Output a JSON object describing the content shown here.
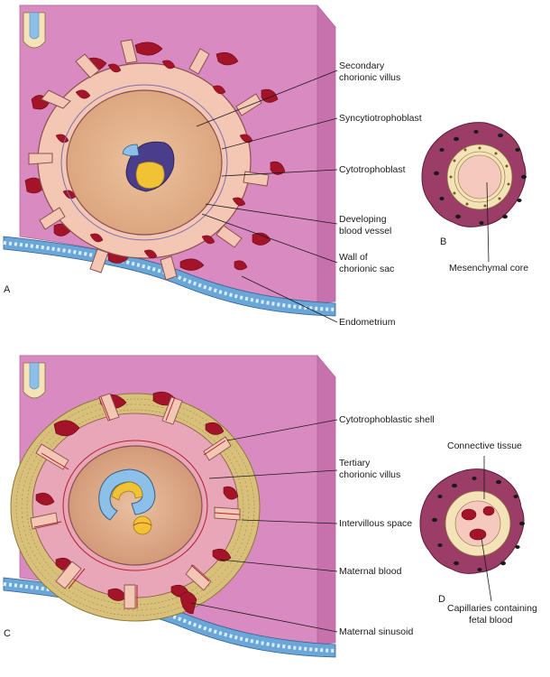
{
  "panels": {
    "a": {
      "letter": "A",
      "labels": {
        "secondary_villus_1": "Secondary",
        "secondary_villus_2": "chorionic villus",
        "syncytiotrophoblast": "Syncytiotrophoblast",
        "cytotrophoblast": "Cytotrophoblast",
        "developing_vessel_1": "Developing",
        "developing_vessel_2": "blood vessel",
        "wall_sac_1": "Wall of",
        "wall_sac_2": "chorionic sac",
        "endometrium": "Endometrium"
      }
    },
    "b": {
      "letter": "B",
      "labels": {
        "mesenchymal_core": "Mesenchymal core"
      }
    },
    "c": {
      "letter": "C",
      "labels": {
        "cytotrophoblastic_shell": "Cytotrophoblastic shell",
        "tertiary_villus_1": "Tertiary",
        "tertiary_villus_2": "chorionic villus",
        "intervillous_space": "Intervillous space",
        "maternal_blood": "Maternal blood",
        "maternal_sinusoid": "Maternal sinusoid"
      }
    },
    "d": {
      "letter": "D",
      "labels": {
        "connective_tissue": "Connective tissue",
        "capillaries_1": "Capillaries containing",
        "capillaries_2": "fetal blood"
      }
    }
  },
  "colors": {
    "block_front": "#d98ac0",
    "block_top": "#f0c6e0",
    "block_side": "#c772ad",
    "epithelium": "#6aa6d8",
    "maternal_blood": "#a31428",
    "villus_pink": "#f3c7b4",
    "villus_border": "#b06a6a",
    "cavity": "#e3b08a",
    "cavity_inner": "#d79a72",
    "shell_gold": "#d8c07a",
    "syncytio": "#9b3d66",
    "nucleus": "#1a1a1a",
    "cyto_cell": "#f4e3b8",
    "core": "#f5c9bd"
  }
}
